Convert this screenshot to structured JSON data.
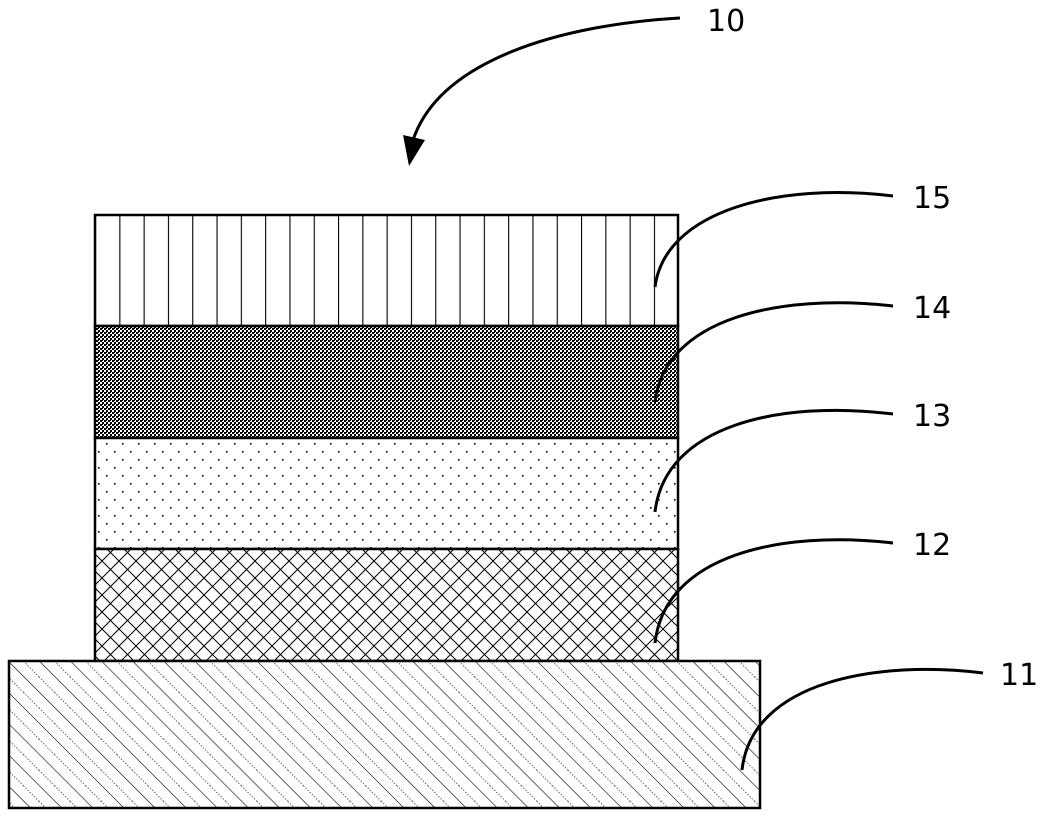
{
  "diagram": {
    "assembly_label": "10",
    "layers": [
      {
        "ref": "15",
        "pattern": "vertical-stripes"
      },
      {
        "ref": "14",
        "pattern": "dense-checker"
      },
      {
        "ref": "13",
        "pattern": "dots"
      },
      {
        "ref": "12",
        "pattern": "crosshatch"
      },
      {
        "ref": "11",
        "pattern": "diagonal-hatch"
      }
    ]
  },
  "colors": {
    "line": "#000000",
    "background": "#ffffff"
  }
}
